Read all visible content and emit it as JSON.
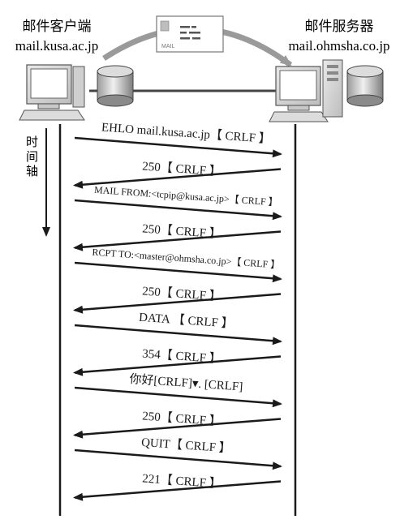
{
  "client": {
    "name": "邮件客户端",
    "address": "mail.kusa.ac.jp"
  },
  "server": {
    "name": "邮件服务器",
    "address": "mail.ohmsha.co.jp"
  },
  "envelope_label": "MAIL",
  "time_axis_label": [
    "时",
    "间",
    "轴"
  ],
  "messages": [
    {
      "text": "EHLO mail.kusa.ac.jp【 CRLF 】",
      "direction": "to-server",
      "size": "normal"
    },
    {
      "text": "250【 CRLF 】",
      "direction": "to-client",
      "size": "normal"
    },
    {
      "text": "MAIL FROM:<tcpip@kusa.ac.jp>【 CRLF 】",
      "direction": "to-server",
      "size": "small"
    },
    {
      "text": "250【 CRLF 】",
      "direction": "to-client",
      "size": "normal"
    },
    {
      "text": "RCPT TO:<master@ohmsha.co.jp>【 CRLF 】",
      "direction": "to-server",
      "size": "small"
    },
    {
      "text": "250【 CRLF 】",
      "direction": "to-client",
      "size": "normal"
    },
    {
      "text": "DATA 【 CRLF 】",
      "direction": "to-server",
      "size": "normal"
    },
    {
      "text": "354【 CRLF 】",
      "direction": "to-client",
      "size": "normal"
    },
    {
      "text": "你好[CRLF]▾. [CRLF]",
      "direction": "to-server",
      "size": "normal"
    },
    {
      "text": "250【 CRLF 】",
      "direction": "to-client",
      "size": "normal"
    },
    {
      "text": "QUIT【 CRLF 】",
      "direction": "to-server",
      "size": "normal"
    },
    {
      "text": "221【 CRLF 】",
      "direction": "to-client",
      "size": "normal"
    }
  ]
}
